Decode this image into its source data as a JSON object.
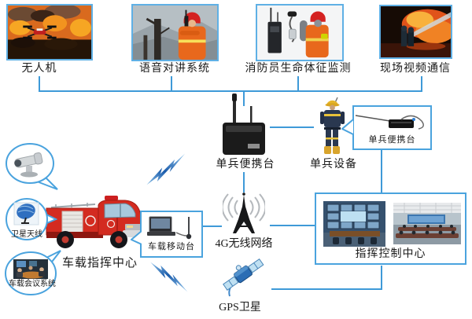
{
  "colors": {
    "line_blue": "#3e9ad8",
    "border_blue": "#5fb0e5",
    "callout_blue": "#4aa3de",
    "bolt_dark": "#1b5cab",
    "bolt_light": "#8fc3ea",
    "text": "#1a1a1a"
  },
  "top_row": [
    {
      "label": "无人机"
    },
    {
      "label": "语音对讲系统"
    },
    {
      "label": "消防员生命体征监测"
    },
    {
      "label": "现场视频通信"
    }
  ],
  "field_units": {
    "portable_station_label": "单兵便携台",
    "soldier_label": "单兵设备",
    "soldier_portable_label": "单兵便携台"
  },
  "network": {
    "wireless_label": "4G无线网络",
    "gps_label": "GPS卫星"
  },
  "command": {
    "center_label": "指挥控制中心"
  },
  "vehicle": {
    "command_label": "车载指挥中心",
    "mobile_label": "车载移动台",
    "satellite_label": "卫星天线",
    "conference_label": "车载会议系统"
  }
}
